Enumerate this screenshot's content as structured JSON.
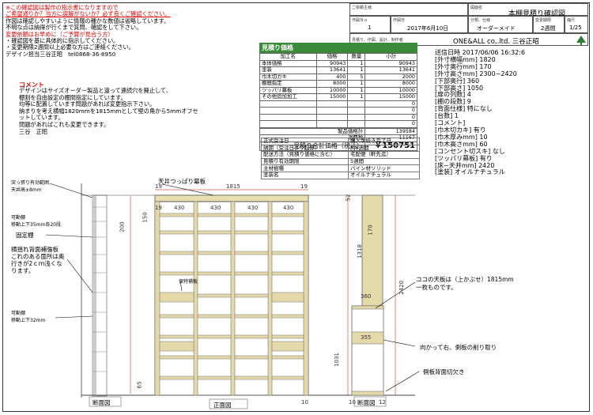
{
  "notes": {
    "lines": [
      {
        "text": "※この確認図は製作の指示書になりますので",
        "color": "red",
        "underline": false
      },
      {
        "text": "ご希望通りか？当方に誤解がないか？必ず良くご確認ください。",
        "color": "red",
        "underline": true
      },
      {
        "text": "作図は確認しやすいように情報の種かな数値は省略しています。",
        "color": "black",
        "underline": false
      },
      {
        "text": "不明な点は納得が行くまで質問、確認をして下さい。",
        "color": "black",
        "underline": false
      },
      {
        "text": "変更依頼はお早めに（ご予算が見合う方）",
        "color": "red",
        "underline": false
      },
      {
        "text": "・確認図を基に具体的に指示してください。",
        "color": "black",
        "underline": false
      },
      {
        "text": "・変更期限2週間以上必要な方はご連絡ください。",
        "color": "black",
        "underline": false
      },
      {
        "text": "デザイン担当三谷正昭　tel0868-36-8950",
        "color": "black",
        "underline": false
      }
    ]
  },
  "comment": {
    "title": "コメント",
    "lines": [
      "デザインはサイズオーダー製品と違って連続穴を廃止して、",
      "棚割を自由設定の棚間指定にしています。",
      "均等に配置しています問題があれば変更指示下さい。",
      "納まりを考え横幅1820mmを1815mmとして壁の角から5mmオフセ",
      "ットしています。",
      "問題があればこれも変更できます。",
      "三谷　正昭"
    ]
  },
  "title_block": {
    "customer_label": "ご依頼主様",
    "drawing_label": "図面名",
    "drawing_name": "本棚見積り確認図",
    "no_label": "作図Ｎｏ",
    "no_value": "1",
    "date_label": "作図日",
    "date_value": "2017年6月10日",
    "category_label": "分類、仕様",
    "category_value": "オーダーメイド",
    "period_label": "変更期限",
    "period_value": "2週間",
    "scale_label": "縮尺",
    "scale_value": "1/25",
    "sub_label": "見積り、作図、設計、制作者",
    "company": "ONE&ALL co,.ltd. 三谷正昭",
    "logo": "tree-logo"
  },
  "quote": {
    "header": "見積り価格",
    "columns": [
      "加工名",
      "価格",
      "数量",
      "小計"
    ],
    "rows": [
      [
        "本体価格",
        "90943",
        "1",
        "90943"
      ],
      [
        "塗装",
        "13641",
        "1",
        "13641"
      ],
      [
        "巾木切カキ",
        "400",
        "5",
        "2000"
      ],
      [
        "棚間指定",
        "8000",
        "1",
        "8000"
      ],
      [
        "ツッパリ幕板",
        "10000",
        "1",
        "10000"
      ],
      [
        "その他追加加工",
        "15000",
        "1",
        "15000"
      ],
      [
        "",
        "",
        "",
        "0"
      ],
      [
        "",
        "",
        "",
        "0"
      ],
      [
        "",
        "",
        "",
        "0"
      ],
      [
        "",
        "",
        "",
        "0"
      ]
    ],
    "subtotal_label": "製品価格計",
    "subtotal_value": "139584",
    "tax_label": "消費税",
    "tax_value": "11167",
    "total_label": "見積り合計価格（税込）",
    "total_value": "￥150751"
  },
  "order_info": [
    [
      "正式受注日",
      "購入手続き完了日"
    ],
    [
      "納期（受注日より起算）",
      "約6週間"
    ],
    [
      "配送方法（見積り価格に含む）",
      "宅配便（軒先迄）"
    ],
    [
      "見積り有効期限",
      "5週間"
    ],
    [
      "主材樹種",
      "パイン材ソリッド"
    ],
    [
      "塗装名",
      "オイルナチュラル"
    ]
  ],
  "spec": [
    "送信日時 2017/06/06 16:32:6",
    "[外寸横幅mm] 1820",
    "[外寸奥行mm] 170",
    "[外寸高さmm] 2300~2420",
    "[下部奥行] 360",
    "[下部高さ] 1050",
    "[扉の列数] 4",
    "[棚の段数] 9",
    "[背面仕様] 特になし",
    "[台数] 1",
    "[コメント]",
    "[巾木切カキ] 有り",
    "[巾木厚みmm] 10",
    "[巾木高さmm] 60",
    "[コンセント切スキ] なし",
    "[ツッパリ幕板] 有り",
    "[床~天井mm] 2420",
    "[塗装] オイルナチュラル"
  ],
  "drawing": {
    "ceiling_label": "天井つっぱり幕板",
    "thrust_label": "突っ張り有効範囲\n天井高±8mm",
    "movable_label_1": "可動棚\n移動上下35mm各20段",
    "fixed_shelf_label": "固定棚",
    "crossbrace_label": "横揺れ背面補強板\nこれのある箇所は奥\n行きが2ｃｍ浅くな\nります。",
    "movable_label_2": "可動棚\n移動上下32mm",
    "reinforce_label": "保特補板",
    "top_plate_label": "ココの天板は（上かぶせ）1815mm\n一枚ものです。",
    "side_cut_label": "向かって右、側板の削り取り",
    "back_cut_label": "側板背面切欠き",
    "dims": {
      "width": "1815",
      "top_19": "19",
      "right_52": "52",
      "w430": "430",
      "h170": "170",
      "h1318": "1318",
      "h2420": "2420",
      "h360": "360",
      "h355": "355",
      "h1031": "1031",
      "h19": "19",
      "h200": "200",
      "h65": "65",
      "h10": "10",
      "h12": "12",
      "h150": "150"
    },
    "section_label": "断面図",
    "front_label": "正面図",
    "section_label_2": "断面図"
  }
}
